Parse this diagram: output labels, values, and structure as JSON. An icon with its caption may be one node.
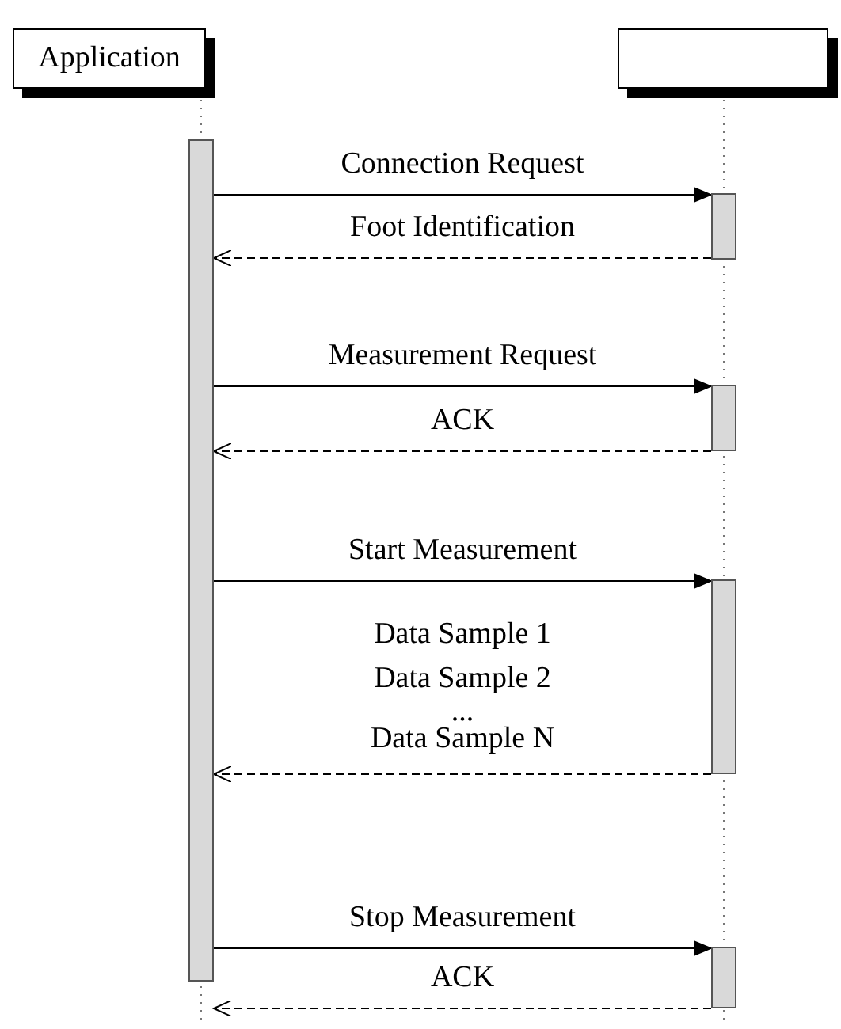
{
  "diagram": {
    "nodes": [
      {
        "text": [
          "Application"
        ]
      },
      {
        "text": [],
        "shape": "box"
      },
      {
        "text": [],
        "shape": "bar"
      },
      {
        "text": [],
        "shape": "bar"
      },
      {
        "text": [],
        "shape": "bar"
      },
      {
        "text": [],
        "shape": "bar"
      },
      {
        "text": [],
        "shape": "bar"
      }
    ],
    "edges": [
      {
        "from": 2,
        "to": 3,
        "arrow": "to",
        "label": "Connection Request"
      },
      {
        "from": 3,
        "to": 2,
        "arrow": "to",
        "label": "Foot Identification",
        "style": "dashed"
      },
      {
        "from": 2,
        "to": 4,
        "arrow": "to",
        "label": "Measurement Request"
      },
      {
        "from": 4,
        "to": 2,
        "arrow": "to",
        "label": "ACK",
        "style": "dashed"
      },
      {
        "from": 2,
        "to": 5,
        "arrow": "to",
        "label": "Start Measurement"
      },
      {
        "from": 5,
        "to": 2,
        "arrow": "to",
        "style": "dashed"
      },
      {
        "from": 2,
        "to": 6,
        "arrow": "to",
        "label": "Stop Measurement"
      },
      {
        "from": 6,
        "to": 2,
        "arrow": "to",
        "label": "ACK",
        "style": "dashed"
      }
    ],
    "labels": [
      "Data Sample 1",
      "Data Sample 2",
      "...",
      "Data Sample N"
    ]
  }
}
